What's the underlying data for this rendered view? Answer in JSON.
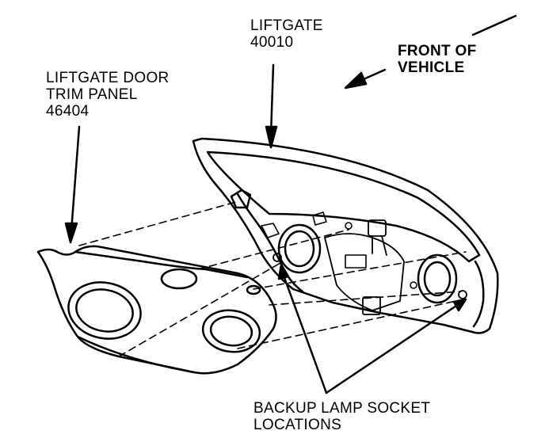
{
  "labels": {
    "liftgate": {
      "name": "LIFTGATE",
      "part": "40010"
    },
    "trim_panel": {
      "line1": "LIFTGATE DOOR",
      "line2": "TRIM PANEL",
      "part": "46404"
    },
    "front": {
      "line1": "FRONT OF",
      "line2": "VEHICLE"
    },
    "backup_lamp": {
      "line1": "BACKUP LAMP SOCKET",
      "line2": "LOCATIONS"
    }
  },
  "colors": {
    "ink": "#000000",
    "background": "#ffffff"
  }
}
